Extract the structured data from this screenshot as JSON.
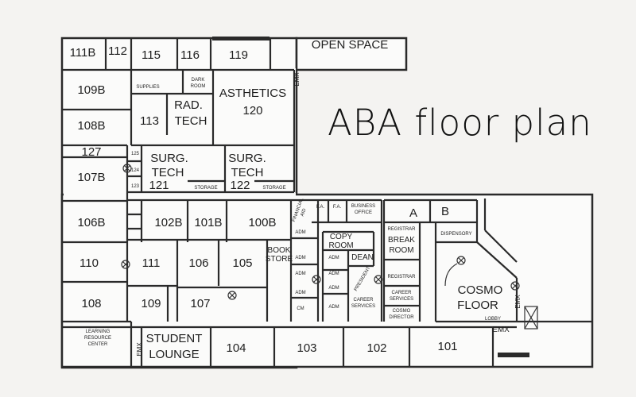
{
  "title": "ABA floor plan",
  "rooms": {
    "r111b": "111B",
    "r112": "112",
    "r115": "115",
    "r116": "116",
    "r119": "119",
    "open_space": "OPEN SPACE",
    "emx_top": "EMX",
    "r109b": "109B",
    "r108b": "108B",
    "r127": "127",
    "r107b": "107B",
    "r106b": "106B",
    "r110": "110",
    "r108": "108",
    "supplies": "SUPPLIES",
    "dark_room_1": "DARK",
    "dark_room_2": "ROOM",
    "rad_1": "RAD.",
    "rad_2": "TECH",
    "r113": "113",
    "asthetics": "ASTHETICS",
    "r120": "120",
    "r125": "125",
    "r124": "124",
    "r123": "123",
    "surg_1a": "SURG.",
    "surg_1b": "TECH",
    "r121": "121",
    "storage_1": "STORAGE",
    "surg_2a": "SURG.",
    "surg_2b": "TECH",
    "r122": "122",
    "storage_2": "STORAGE",
    "r102b": "102B",
    "r101b": "101B",
    "r100b": "100B",
    "r111": "111",
    "r106": "106",
    "r105": "105",
    "r109": "109",
    "r107": "107",
    "book_1": "BOOK",
    "book_2": "STORE",
    "fin_aid_1": "FINANCIAL",
    "fin_aid_2": "AID",
    "fa_1": "F.A.",
    "fa_2": "F.A.",
    "business_1": "BUSINESS",
    "business_2": "OFFICE",
    "adm": "ADM",
    "cm": "CM",
    "copy_1": "COPY",
    "copy_2": "ROOM",
    "dean": "DEAN",
    "president": "PRESIDENT",
    "career_1": "CAREER",
    "career_2": "SERVICES",
    "room_a": "A",
    "room_b": "B",
    "registrar": "REGISTRAR",
    "break_1": "BREAK",
    "break_2": "ROOM",
    "dispensory": "DISPENSORY",
    "cosmo_dir_1": "COSMO",
    "cosmo_dir_2": "DIRECTOR",
    "cosmo_1": "COSMO",
    "cosmo_2": "FLOOR",
    "emx_right": "EMX",
    "lobby": "LOBBY",
    "emx_lobby": "EMX",
    "learning_1": "LEARNING",
    "learning_2": "RESOURCE",
    "learning_3": "CENTER",
    "student_1": "STUDENT",
    "student_2": "LOUNGE",
    "emx_left": "EMX",
    "r104": "104",
    "r103": "103",
    "r102": "102",
    "r101": "101"
  }
}
